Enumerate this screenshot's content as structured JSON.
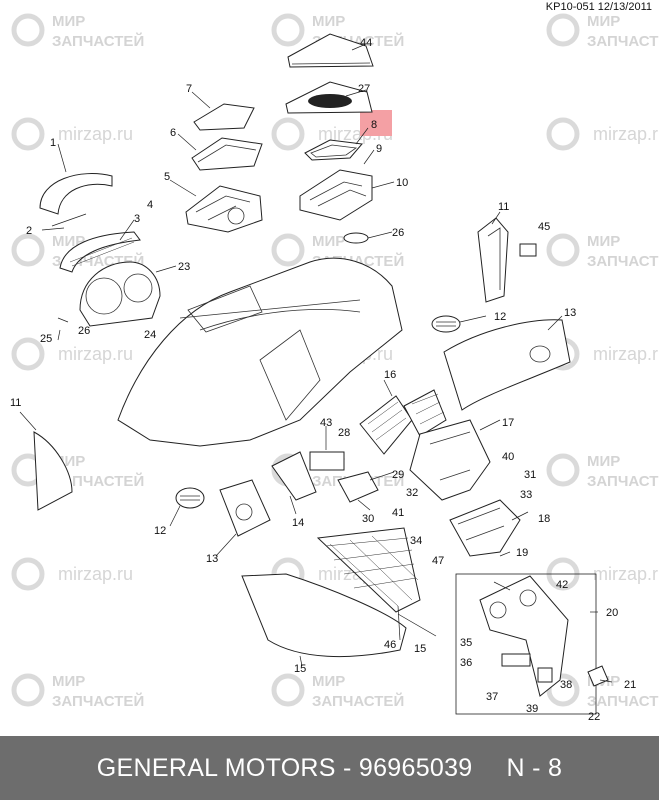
{
  "header": {
    "doc_ref": "KP10-051 12/13/2011"
  },
  "watermark": {
    "line1": "МИР",
    "line2": "ЗАПЧАСТЕЙ",
    "url": "mirzap.ru"
  },
  "callouts": {
    "c1": "1",
    "c2": "2",
    "c3": "3",
    "c4": "4",
    "c5": "5",
    "c6": "6",
    "c7": "7",
    "c8": "8",
    "c9": "9",
    "c10": "10",
    "c11a": "11",
    "c11b": "11",
    "c12a": "12",
    "c12b": "12",
    "c13a": "13",
    "c13b": "13",
    "c14": "14",
    "c15a": "15",
    "c15b": "15",
    "c16": "16",
    "c17": "17",
    "c18": "18",
    "c19": "19",
    "c20": "20",
    "c21": "21",
    "c22": "22",
    "c23": "23",
    "c24": "24",
    "c25": "25",
    "c26a": "26",
    "c26b": "26",
    "c27": "27",
    "c28": "28",
    "c29": "29",
    "c30": "30",
    "c31": "31",
    "c32": "32",
    "c33": "33",
    "c34": "34",
    "c35": "35",
    "c36": "36",
    "c37": "37",
    "c38": "38",
    "c39": "39",
    "c40": "40",
    "c41": "41",
    "c42": "42",
    "c43": "43",
    "c44": "44",
    "c45": "45",
    "c46": "46",
    "c47": "47"
  },
  "highlight": {
    "part": "8",
    "color": "#f4a0a4"
  },
  "footer": {
    "brand_and_number": "GENERAL MOTORS - 96965039",
    "page": "N - 8"
  }
}
